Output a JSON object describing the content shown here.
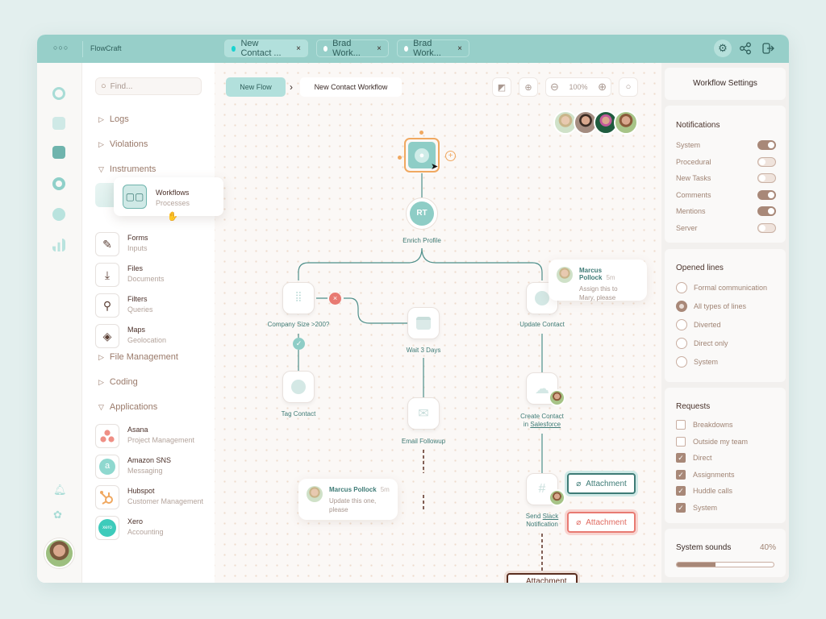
{
  "app": {
    "menu_icon": "more-dots-icon",
    "title": "FlowCraft"
  },
  "tabs": [
    {
      "label": "New Contact ...",
      "active": true,
      "close": "×"
    },
    {
      "label": "Brad Work...",
      "active": false,
      "close": "×"
    },
    {
      "label": "Brad Work...",
      "active": false,
      "close": "×"
    }
  ],
  "titlebar_actions": [
    "settings-icon",
    "share-icon",
    "exit-icon"
  ],
  "rail": {
    "icons": [
      "target-icon",
      "activity-icon",
      "pulse-icon",
      "donut-chart-icon",
      "pie-chart-icon",
      "bar-chart-icon",
      "bell-icon",
      "flower-icon"
    ]
  },
  "sidebar": {
    "search_placeholder": "Find...",
    "sections": [
      {
        "label": "Logs",
        "expanded": false
      },
      {
        "label": "Violations",
        "expanded": false
      },
      {
        "label": "Instruments",
        "expanded": true
      }
    ],
    "dragging_item": {
      "title": "Workflows",
      "subtitle": "Processes"
    },
    "instruments": [
      {
        "title": "Forms",
        "subtitle": "Inputs",
        "icon": "form-edit-icon"
      },
      {
        "title": "Files",
        "subtitle": "Documents",
        "icon": "file-download-icon"
      },
      {
        "title": "Filters",
        "subtitle": "Queries",
        "icon": "filter-sliders-icon"
      },
      {
        "title": "Maps",
        "subtitle": "Geolocation",
        "icon": "layers-icon"
      }
    ],
    "sections2": [
      {
        "label": "File Management",
        "expanded": false
      },
      {
        "label": "Coding",
        "expanded": false
      },
      {
        "label": "Applications",
        "expanded": true
      }
    ],
    "applications": [
      {
        "title": "Asana",
        "subtitle": "Project Management"
      },
      {
        "title": "Amazon SNS",
        "subtitle": "Messaging",
        "logo": "a"
      },
      {
        "title": "Hubspot",
        "subtitle": "Customer Management"
      },
      {
        "title": "Xero",
        "subtitle": "Accounting",
        "logo": "xero"
      }
    ]
  },
  "canvas": {
    "breadcrumb": [
      "New Flow",
      "New Contact Workflow"
    ],
    "breadcrumb_sep": "›",
    "zoom": "100%",
    "nodes": {
      "enrich": {
        "initials": "RT",
        "label": "Enrich Profile"
      },
      "company": {
        "label": "Company Size >200?"
      },
      "tag": {
        "label": "Tag Contact"
      },
      "wait": {
        "label": "Wait 3 Days"
      },
      "email": {
        "label": "Email Followup"
      },
      "update": {
        "label": "Update Contact"
      },
      "create": {
        "label_pre": "Create Contact",
        "label_in": "in",
        "label_link": "Salesforce"
      },
      "slack": {
        "label_pre": "Send",
        "label_link": "Slack",
        "label_post": "Notification"
      }
    },
    "attachments": [
      "Attachment",
      "Attachment",
      "Attachment"
    ],
    "comments": [
      {
        "name": "Marcus Pollock",
        "time": "5m",
        "text": "Assign this to Mary, please"
      },
      {
        "name": "Marcus Pollock",
        "time": "5m",
        "text": "Update this one, please"
      }
    ]
  },
  "settings": {
    "title": "Workflow Settings",
    "notifications": {
      "heading": "Notifications",
      "items": [
        {
          "label": "System",
          "on": true
        },
        {
          "label": "Procedural",
          "on": false
        },
        {
          "label": "New Tasks",
          "on": false
        },
        {
          "label": "Comments",
          "on": true
        },
        {
          "label": "Mentions",
          "on": true
        },
        {
          "label": "Server",
          "on": false
        }
      ]
    },
    "opened_lines": {
      "heading": "Opened lines",
      "selected": "All types of lines",
      "options": [
        "Formal communication",
        "All types of lines",
        "Diverted",
        "Direct only",
        "System"
      ]
    },
    "requests": {
      "heading": "Requests",
      "items": [
        {
          "label": "Breakdowns",
          "checked": false
        },
        {
          "label": "Outside my team",
          "checked": false
        },
        {
          "label": "Direct",
          "checked": true
        },
        {
          "label": "Assignments",
          "checked": true
        },
        {
          "label": "Huddle calls",
          "checked": true
        },
        {
          "label": "System",
          "checked": true
        }
      ]
    },
    "sounds": {
      "label": "System sounds",
      "value_text": "40%",
      "value": 40
    }
  },
  "colors": {
    "teal": "#97cfc9",
    "accent": "#3e7b76",
    "brown": "#a88878",
    "orange": "#f0a860",
    "red": "#e87a72"
  }
}
